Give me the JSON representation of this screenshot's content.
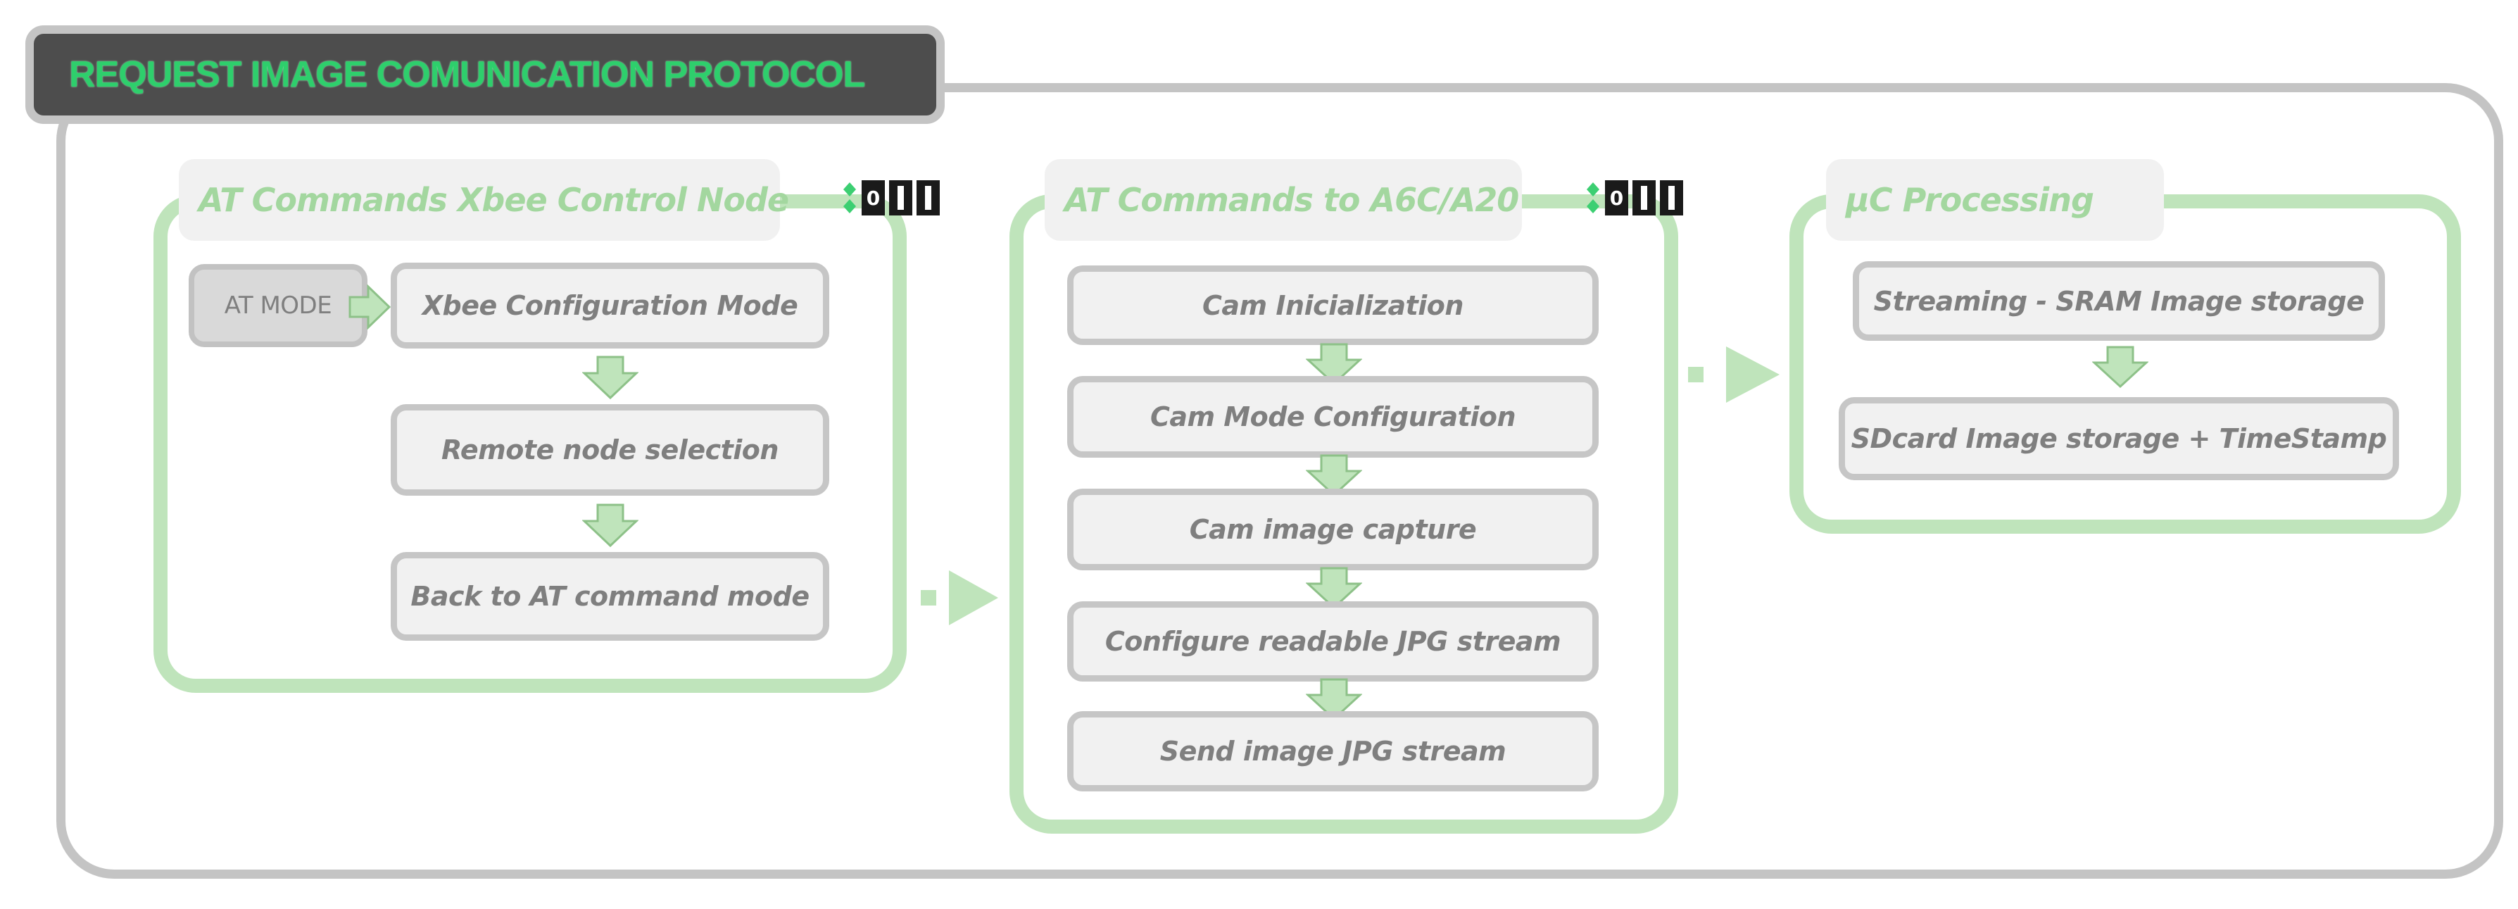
{
  "title": "REQUEST IMAGE COMUNICATION  PROTOCOL",
  "panels": {
    "xbee": {
      "header": "AT Commands  Xbee Control Node",
      "at_mode": "AT MODE",
      "steps": [
        "Xbee Configuration Mode",
        "Remote node selection",
        "Back to AT command mode"
      ]
    },
    "cam": {
      "header": "AT Commands to A6C/A20",
      "steps": [
        "Cam Inicialization",
        "Cam Mode Configuration",
        "Cam image capture",
        "Configure readable JPG stream",
        "Send image JPG stream"
      ]
    },
    "uc": {
      "header": "µC Processing",
      "steps": [
        "Streaming -  SRAM Image storage",
        "SDcard Image storage + TimeStamp"
      ]
    }
  },
  "indicator": {
    "digit": "0"
  },
  "colors": {
    "panel_border": "#bfe4bb",
    "arrow_fill": "#bfe4bb",
    "header_text": "#a3d79f",
    "box_fill": "#f1f1f1",
    "box_border": "#c6c6c6",
    "box_text": "#7f7f7f",
    "title_bg": "#4d4d4d",
    "title_text": "#2ecf6c",
    "frame": "#c4c4c4"
  }
}
